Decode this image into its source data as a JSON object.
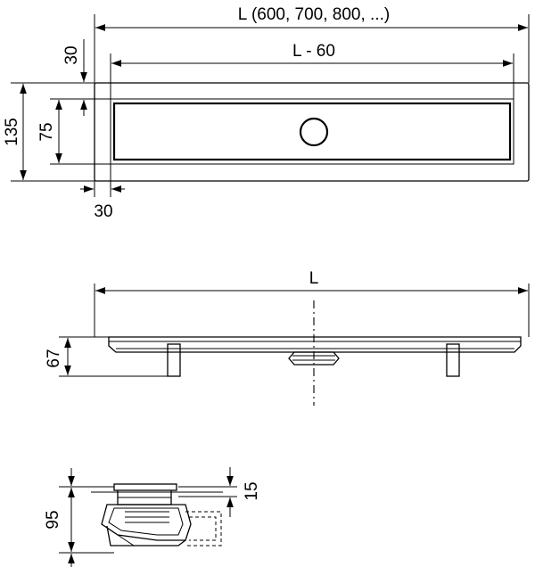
{
  "top_view": {
    "dim_total_length": "L (600, 700, 800, ...)",
    "dim_inner_length": "L - 60",
    "dim_height": "135",
    "dim_inner_height": "75",
    "dim_top_offset": "30",
    "dim_left_offset": "30"
  },
  "side_view": {
    "dim_length": "L",
    "dim_height": "67"
  },
  "section_view": {
    "dim_height": "95",
    "dim_top": "15"
  }
}
